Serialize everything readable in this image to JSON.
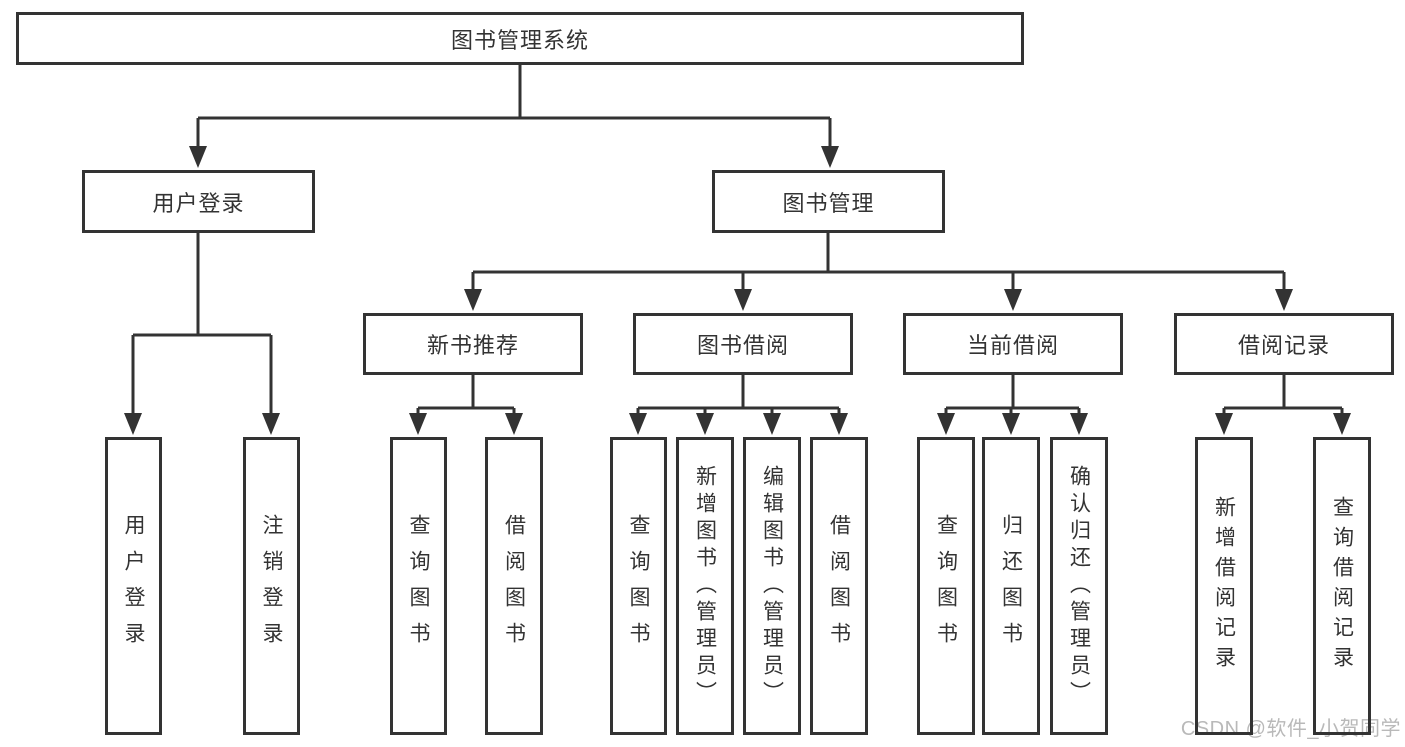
{
  "tree": {
    "root": "图书管理系统",
    "level2": [
      {
        "label": "用户登录",
        "leaves": [
          "用户登录",
          "注销登录"
        ]
      },
      {
        "label": "图书管理",
        "sections": [
          {
            "label": "新书推荐",
            "leaves": [
              "查询图书",
              "借阅图书"
            ]
          },
          {
            "label": "图书借阅",
            "leaves": [
              "查询图书",
              "新增图书（管理员）",
              "编辑图书（管理员）",
              "借阅图书"
            ]
          },
          {
            "label": "当前借阅",
            "leaves": [
              "查询图书",
              "归还图书",
              "确认归还（管理员）"
            ]
          },
          {
            "label": "借阅记录",
            "leaves": [
              "新增借阅记录",
              "查询借阅记录"
            ]
          }
        ]
      }
    ]
  },
  "colors": {
    "line": "#333333",
    "node_text": "#333333",
    "node_background": "#ffffff",
    "watermark": "#b9b9b9"
  },
  "watermark": {
    "text": "CSDN @软件_小贺同学"
  }
}
